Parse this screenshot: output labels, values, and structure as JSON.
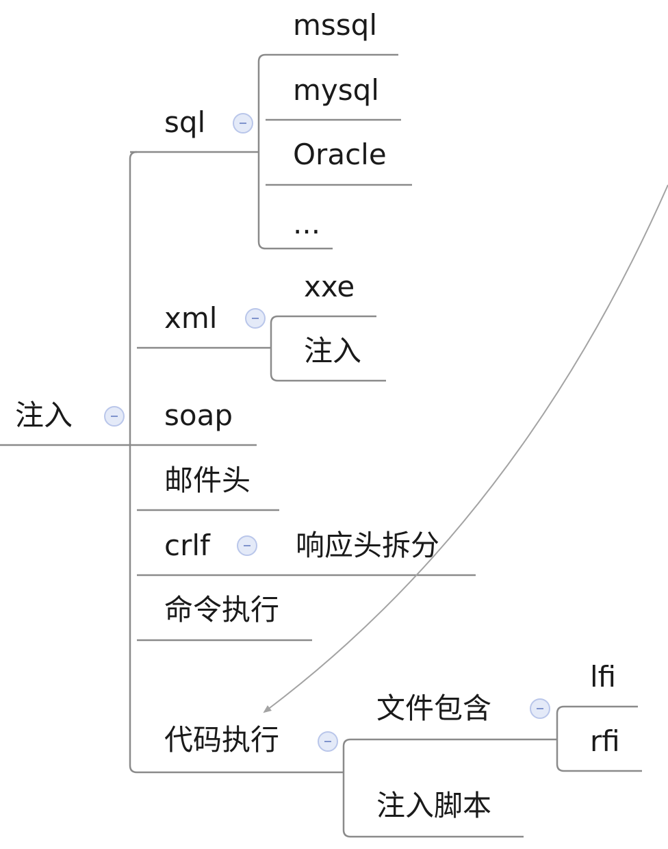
{
  "root": {
    "label": "注入"
  },
  "branches": {
    "sql": {
      "label": "sql",
      "children": [
        "mssql",
        "mysql",
        "Oracle",
        "..."
      ]
    },
    "xml": {
      "label": "xml",
      "children": [
        "xxe",
        "注入"
      ]
    },
    "soap": {
      "label": "soap"
    },
    "mail_header": {
      "label": "邮件头"
    },
    "crlf": {
      "label": "crlf",
      "children": [
        "响应头拆分"
      ]
    },
    "command_exec": {
      "label": "命令执行"
    },
    "code_exec": {
      "label": "代码执行",
      "children": {
        "file_include": {
          "label": "文件包含",
          "children": [
            "lfi",
            "rfi"
          ]
        },
        "inject_script": {
          "label": "注入脚本"
        }
      }
    }
  },
  "colors": {
    "line": "#8a8a8a",
    "arrow": "#a3a3a3",
    "text": "#1a1a1a",
    "collapse_fill": "#e4eaf8",
    "collapse_border": "#b9c6ea"
  },
  "icons": {
    "collapse": "collapse-minus-icon"
  }
}
